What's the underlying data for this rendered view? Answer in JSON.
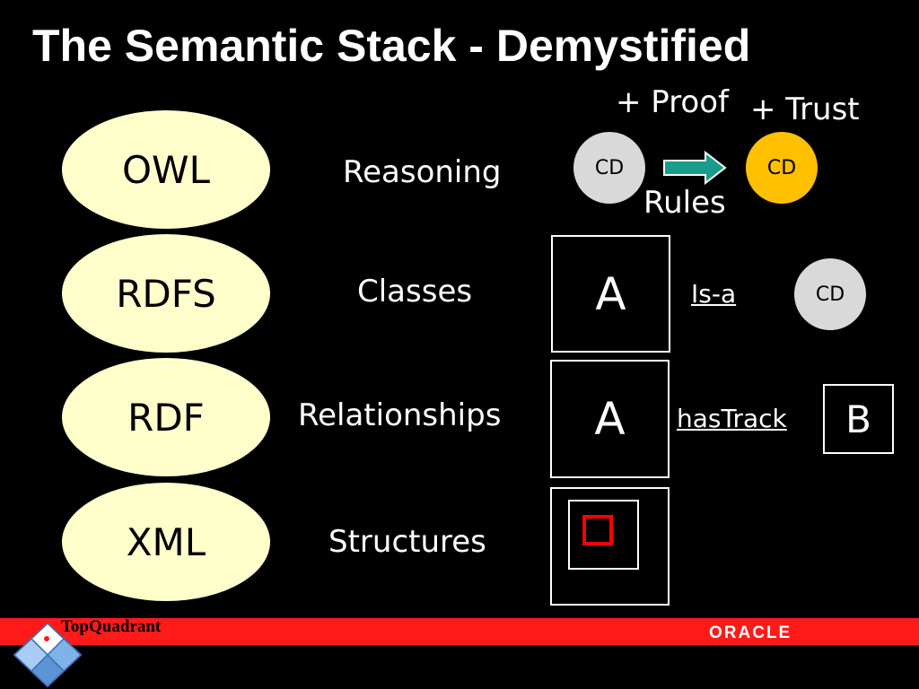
{
  "title": "The Semantic Stack - Demystified",
  "colors": {
    "background": "#000000",
    "oval_fill": "#ffffcc",
    "cd_gray": "#d9d9d9",
    "cd_gold": "#ffc000",
    "arrow_teal": "#1a9c8c",
    "marker_red": "#ff0000",
    "footer_red": "#ff1a1a"
  },
  "layers": [
    {
      "name": "OWL",
      "label": "Reasoning"
    },
    {
      "name": "RDFS",
      "label": "Classes"
    },
    {
      "name": "RDF",
      "label": "Relationships"
    },
    {
      "name": "XML",
      "label": "Structures"
    }
  ],
  "reasoning": {
    "proof": "+ Proof",
    "trust": "+ Trust",
    "cd_left": "CD",
    "cd_right": "CD",
    "rules": "Rules",
    "arrow_icon": "arrow-right-icon"
  },
  "classes": {
    "box": "A",
    "relation": "Is-a",
    "cd": "CD"
  },
  "relationships": {
    "subject": "A",
    "relation": "hasTrack",
    "object": "B"
  },
  "footer": {
    "left_logo": "TopQuadrant",
    "right_logo": "ORACLE"
  }
}
